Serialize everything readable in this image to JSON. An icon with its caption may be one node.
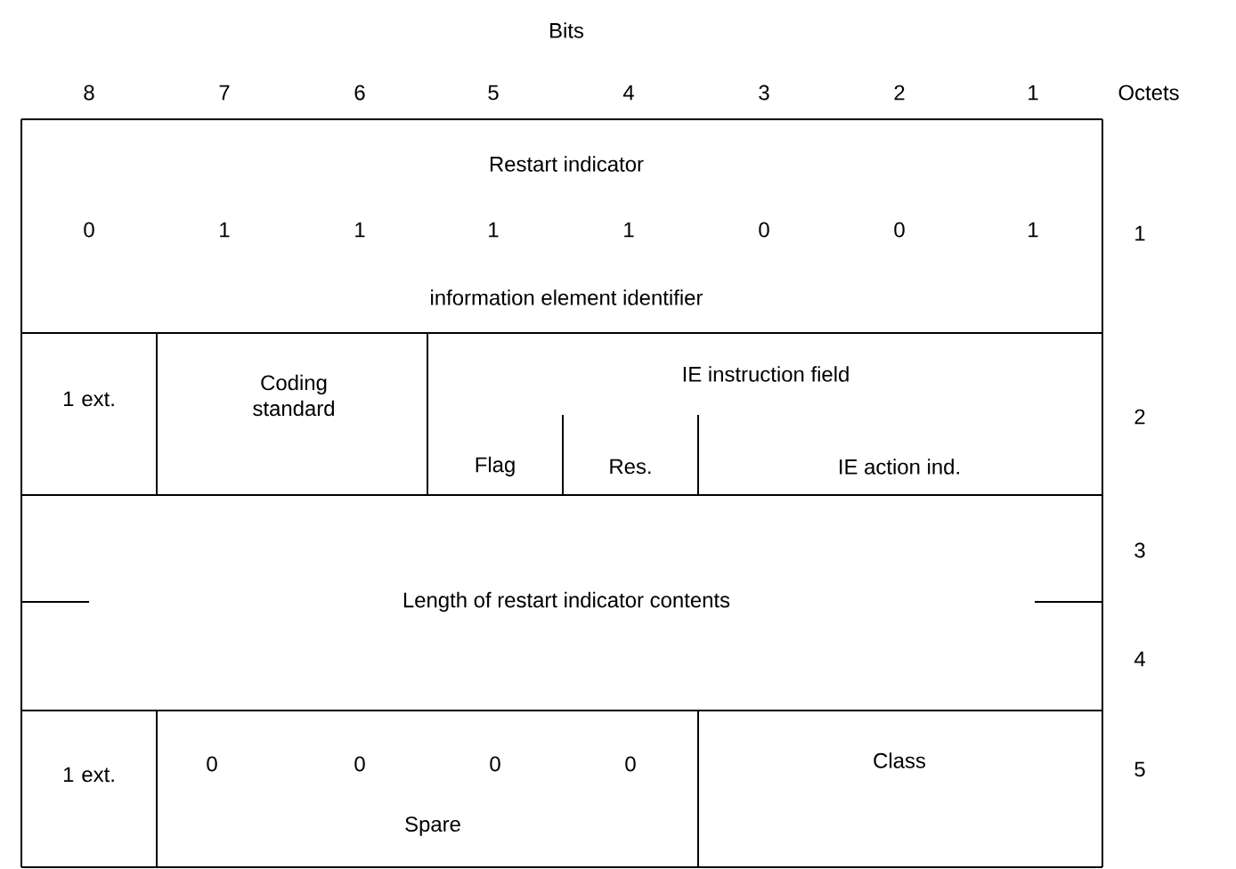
{
  "diagram": {
    "labels": [
      "Bits",
      "8",
      "7",
      "6",
      "5",
      "4",
      "3",
      "2",
      "1",
      "Octets",
      "Restart indicator",
      "0",
      "1",
      "1",
      "1",
      "1",
      "0",
      "0",
      "1",
      "1",
      "information element identifier",
      "1 ext.",
      "Coding standard",
      "IE instruction field",
      "2",
      "Flag",
      "Res.",
      "IE action ind.",
      "3",
      "Length of restart indicator contents",
      "4",
      "1 ext.",
      "0",
      "0",
      "0",
      "0",
      "Class",
      "5",
      "Spare"
    ]
  }
}
